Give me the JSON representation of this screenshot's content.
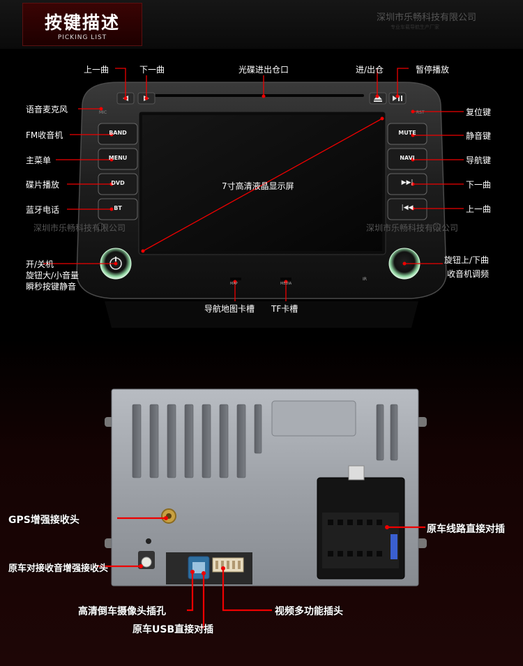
{
  "header": {
    "title": "按键描述",
    "subtitle": "PICKING LIST",
    "watermark": "深圳市乐畅科技有限公司",
    "watermark_sub": "专业车载导航生产厂家"
  },
  "watermarks": {
    "left": "深圳市乐畅科技有限公司",
    "right": "深圳市乐畅科技有限公司"
  },
  "front": {
    "labels": {
      "prev_top": "上一曲",
      "next_top": "下一曲",
      "disc_slot": "光碟进出仓口",
      "eject": "进/出仓",
      "play_pause": "暂停播放",
      "mic": "语音麦克风",
      "fm": "FM收音机",
      "main_menu": "主菜单",
      "disc_play": "碟片播放",
      "bt_phone": "蓝牙电话",
      "power": "开/关机",
      "knob_vol": "旋钮大/小音量",
      "mute_knob": "瞬秒按键静音",
      "reset": "复位键",
      "mute": "静音键",
      "navi": "导航键",
      "next_side": "下一曲",
      "prev_side": "上一曲",
      "knob_tune": "旋钮上/下曲",
      "radio_tune": "收音机调频",
      "lcd": "7寸高清液晶显示屏",
      "map_slot": "导航地图卡槽",
      "tf_slot": "TF卡槽"
    },
    "buttons": {
      "band": "BAND",
      "menu": "MENU",
      "dvd": "DVD",
      "bt": "BT",
      "mute": "MUTE",
      "navi": "NAVI",
      "next": "▶▶|",
      "prev": "|◀◀",
      "mic": "MIC",
      "rst": "RST",
      "map": "MAP",
      "media": "MEDIA",
      "ir": "IR"
    }
  },
  "back": {
    "labels": {
      "gps": "GPS增强接收头",
      "radio_ant": "原车对接收音增强接收头",
      "camera": "高清倒车摄像头插孔",
      "usb": "原车USB直接对插",
      "video": "视频多功能插头",
      "harness": "原车线路直接对插"
    }
  },
  "colors": {
    "accent": "#e00000",
    "bg": "#000000"
  },
  "icons": [
    "play-left-icon",
    "play-right-icon",
    "eject-icon",
    "play-pause-icon",
    "power-icon"
  ]
}
